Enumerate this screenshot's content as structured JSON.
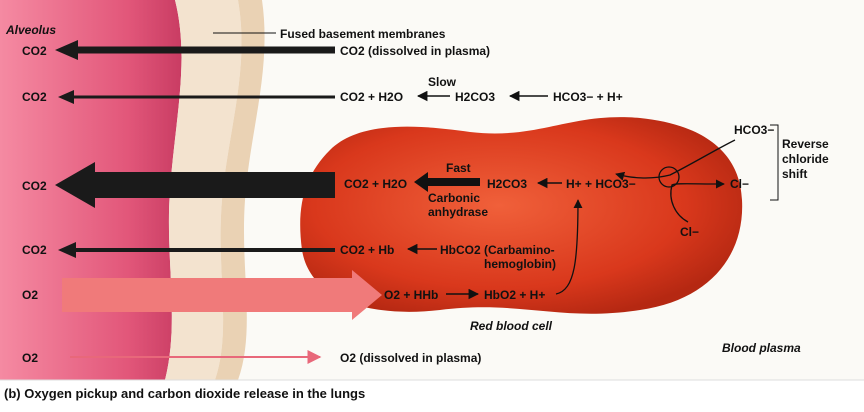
{
  "labels": {
    "alveolus": "Alveolus",
    "fused_membranes": "Fused basement membranes",
    "row1_left": "CO2",
    "row1_text": "CO2 (dissolved in plasma)",
    "row2_left": "CO2",
    "slow": "Slow",
    "row2_eq_a": "CO2 + H2O",
    "row2_eq_b": "H2CO3",
    "row2_eq_c": "HCO3− + H+",
    "row3_left": "CO2",
    "fast": "Fast",
    "rbc_eq_a": "CO2 + H2O",
    "rbc_eq_b": "H2CO3",
    "rbc_eq_c": "H+ + HCO3−",
    "enzyme_line1": "Carbonic",
    "enzyme_line2": "anhydrase",
    "row4_left": "CO2",
    "row4_eq_a": "CO2 + Hb",
    "row4_eq_b": "HbCO2 (Carbamino-",
    "row4_eq_c": "hemoglobin)",
    "row5_left": "O2",
    "row5_eq_a": "O2 + HHb",
    "row5_eq_b": "HbO2 + H+",
    "rbc_label": "Red blood cell",
    "row6_left": "O2",
    "row6_text": "O2 (dissolved in plasma)",
    "plasma_label": "Blood plasma",
    "hco3_out": "HCO3−",
    "cl_in": "Cl−",
    "cl_out": "Cl−",
    "shift_line1": "Reverse",
    "shift_line2": "chloride",
    "shift_line3": "shift",
    "caption": "(b) Oxygen pickup and carbon dioxide release in the lungs"
  },
  "colors": {
    "alveolus": "#e05a7a",
    "rbc": "#d93a1e",
    "co2_arrow": "#1a1a1a",
    "o2_arrow": "#f07a7a"
  }
}
